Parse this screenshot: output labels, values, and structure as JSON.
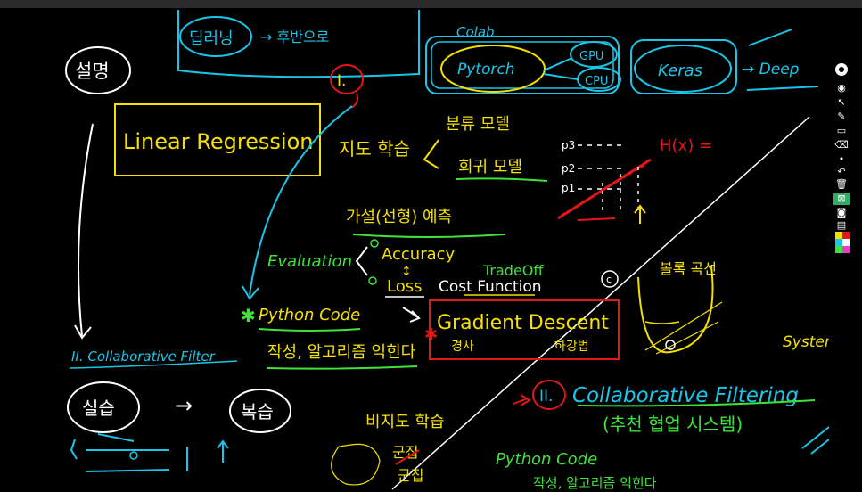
{
  "colors": {
    "background": "#000000",
    "white": "#ffffff",
    "yellow": "#f5e000",
    "cyan": "#19c6e8",
    "green": "#3ee23a",
    "red": "#e3161a",
    "toolbar": "#2b2b2b"
  },
  "board": {
    "deep_learning": "딥러닝",
    "deep_arrow_text": "→ 후반으로",
    "colab": "Colab",
    "pytorch": "Pytorch",
    "gpu": "GPU",
    "cpu": "CPU",
    "keras": "Keras",
    "deep_right": "→ Deep",
    "explain": "설명",
    "roman_one": "I.",
    "linear_regression": "Linear Regression",
    "supervised": "지도 학습",
    "classification_model": "분류 모델",
    "regression_model": "회귀 모델",
    "hx": "H(x) =",
    "p3": "p3",
    "p2": "p2",
    "p1": "p1",
    "predict": "가설(선형) 예측",
    "evaluation": "Evaluation",
    "accuracy": "Accuracy",
    "loss": "Loss",
    "cost_function": "Cost Function",
    "tradeoff": "TradeOff",
    "circle_c": "c",
    "gradient_descent": "Gradient Descent",
    "gradient_sub1": "경사",
    "gradient_sub2": "하강법",
    "python_code_1": "Python Code",
    "write_algo_1": "작성, 알고리즘 익힌다",
    "collab_small": "II. Collaborative Filter",
    "practice": "실습",
    "arrow": "→",
    "project": "복습",
    "unsupervised": "비지도 학습",
    "clustering": "군집",
    "clustering2": "군집",
    "roman_two": "II.",
    "collab_big": "Collaborative Filtering",
    "recommend": "(추천 협업 시스템)",
    "system": "System",
    "python_code_2": "Python Code",
    "write_algo_2": "작성, 알고리즘 익힌다",
    "convex": "볼록 곡선"
  },
  "toolbar": {
    "tools": [
      "logo-icon",
      "eye-icon",
      "pointer-icon",
      "pen-icon",
      "rectangle-icon",
      "eraser-icon",
      "dot-icon",
      "undo-icon",
      "trash-icon",
      "select-icon",
      "camera-icon",
      "clipboard-icon"
    ],
    "palette": [
      "#f5e000",
      "#e3161a",
      "#19c6e8",
      "#ffffff",
      "#3ee23a",
      "#e83ec8"
    ]
  }
}
